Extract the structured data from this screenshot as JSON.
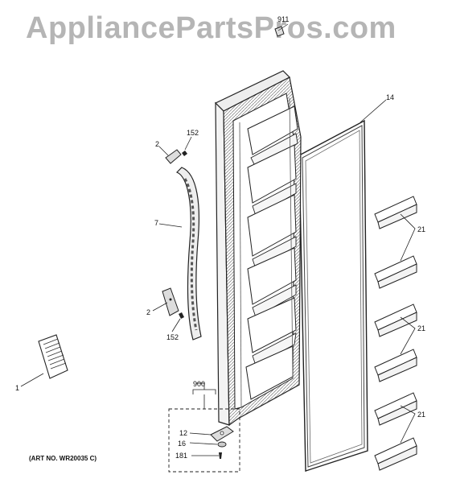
{
  "watermark": "AppliancePartsPros.com",
  "art_number": "(ART NO. WR20035 C)",
  "callouts": {
    "c911": "911",
    "c14": "14",
    "c152_top": "152",
    "c2_top": "2",
    "c7": "7",
    "c21_a": "21",
    "c21_b": "21",
    "c21_c": "21",
    "c2_bottom": "2",
    "c152_bottom": "152",
    "c1": "1",
    "c900": "900",
    "c12": "12",
    "c16": "16",
    "c181": "181"
  }
}
